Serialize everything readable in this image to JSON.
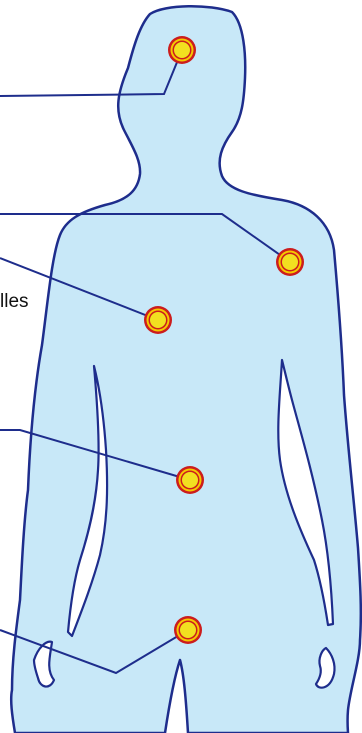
{
  "diagram": {
    "labels": [
      {
        "id": "label-partial",
        "text": "lles"
      }
    ],
    "markers": [
      {
        "id": "head"
      },
      {
        "id": "shoulder"
      },
      {
        "id": "chest"
      },
      {
        "id": "abdomen"
      },
      {
        "id": "hip"
      }
    ]
  },
  "colors": {
    "body_fill": "#c8e8f8",
    "outline": "#1e2d8c",
    "marker_outer": "#cc1d1d",
    "marker_ring": "#f4c900",
    "marker_inner": "#f2e020"
  }
}
